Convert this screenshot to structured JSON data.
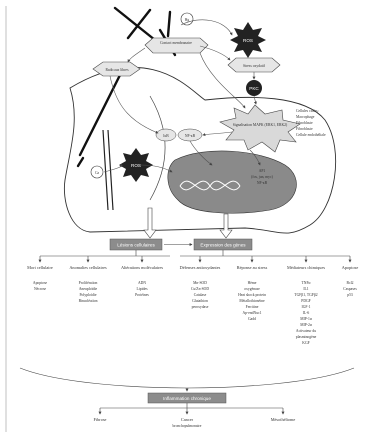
{
  "top": {
    "radicals": "Radicaux libres",
    "contact": "Contact membranaire",
    "stress": "Stress oxydatif",
    "hg": "Hg",
    "ros1": "ROS",
    "pkc": "PKC",
    "ros2": "ROS",
    "mapk": "Signalisation MAPK (ERK1, ERK2)",
    "ikb": "IκB",
    "nfkb": "NF-κB",
    "ap1": "AP1",
    "ap1_detail": "(fos, jun, myc)",
    "nfkb_nucleus": "NF-κB",
    "ca": "Ca"
  },
  "cells": [
    "Cellules cibles:",
    "Macrophage",
    "Fibroblaste",
    "Fibroblaste",
    "Cellule endothéliale"
  ],
  "boxes": {
    "lesions": "Lésions cellulaires",
    "expression": "Expression des gènes",
    "inflammation": "Inflammation chronique"
  },
  "columns": [
    {
      "title": "Mort cellulaire",
      "items": [
        "Apoptose",
        "Nécrose"
      ]
    },
    {
      "title": "Anomalies cellulaires",
      "items": [
        "Prolifération",
        "Aneuploïdie",
        "Polyploïdie",
        "Binucléation"
      ]
    },
    {
      "title": "Altérations moléculaires",
      "items": [
        "ADN",
        "Lipides",
        "Protéines"
      ]
    },
    {
      "title": "Défenses antioxydantes",
      "items": [
        "Mn-SOD",
        "Cu/Zn-SOD",
        "Catalase",
        "Glutathion",
        "peroxydase"
      ]
    },
    {
      "title": "Réponse au stress",
      "items": [
        "Hème",
        "oxygénase",
        "Heat shock protein",
        "Métallothionéine",
        "Ferritine",
        "Ap-endNuc1",
        "Gadd"
      ]
    },
    {
      "title": "Médiateurs chimiques",
      "items": [
        "TNFα",
        "IL1",
        "TGFβ1, TGFβ2",
        "PDGF",
        "IGF-1",
        "IL-6",
        "MIP-1α",
        "MIP-2α",
        "Activateur du",
        "plasminogène",
        "KGF"
      ]
    },
    {
      "title": "Apoptose",
      "items": [
        "Bcl2",
        "Caspases",
        "p53"
      ]
    }
  ],
  "outcomes": [
    "Fibrose",
    "Cancer",
    "Mésothéliome"
  ],
  "outcome_cancer_sub": "bronchopulmonaire",
  "arrow_glyph": "↓"
}
